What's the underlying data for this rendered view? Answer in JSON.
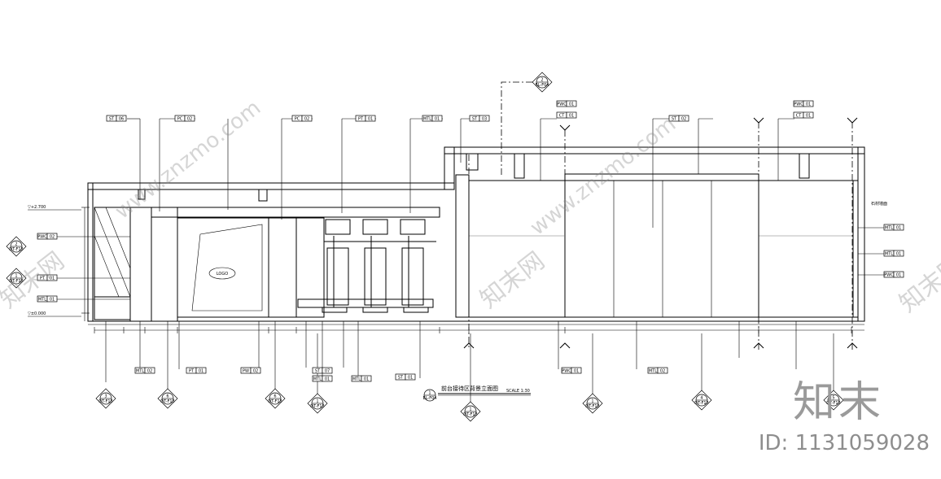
{
  "drawing": {
    "title": "前台接待区背景立面图",
    "scale": "SCALE 1:30",
    "elevation_top": "▽+2.700",
    "elevation_bottom": "▽±0.000",
    "center_label": "LOGO",
    "right_note": "石材墙面",
    "top_tags": [
      {
        "code": "ST",
        "num": "06"
      },
      {
        "code": "PC",
        "num": "02"
      },
      {
        "code": "PC",
        "num": "02"
      },
      {
        "code": "PT",
        "num": "01"
      },
      {
        "code": "MTL",
        "num": "01"
      },
      {
        "code": "ST",
        "num": "03"
      },
      {
        "code": "PWC",
        "num": "01"
      },
      {
        "code": "CT",
        "num": "01"
      },
      {
        "code": "ST",
        "num": "02"
      },
      {
        "code": "PWC",
        "num": "01"
      },
      {
        "code": "CT",
        "num": "01"
      }
    ],
    "left_tags": [
      {
        "code": "PWC",
        "num": "02"
      },
      {
        "code": "PT",
        "num": "01"
      },
      {
        "code": "MTL",
        "num": "01"
      }
    ],
    "right_tags": [
      {
        "code": "MTL",
        "num": "01"
      },
      {
        "code": "MTL",
        "num": "01"
      },
      {
        "code": "PWC",
        "num": "01"
      }
    ],
    "bottom_tags": [
      {
        "code": "MTL",
        "num": "02"
      },
      {
        "code": "PT",
        "num": "01"
      },
      {
        "code": "PW",
        "num": "02"
      },
      {
        "code": "ST",
        "num": "07"
      },
      {
        "code": "MTL",
        "num": "01"
      },
      {
        "code": "MTL",
        "num": "01"
      },
      {
        "code": "ST",
        "num": "01"
      },
      {
        "code": "PWC",
        "num": "01"
      },
      {
        "code": "MTL",
        "num": "02"
      }
    ],
    "bubbles": [
      {
        "num": "2",
        "ref": "EL-F04"
      },
      {
        "num": "2",
        "ref": "DT-F13"
      },
      {
        "num": "1",
        "ref": "DT-F13"
      },
      {
        "num": "3",
        "ref": "DT-F13"
      },
      {
        "num": "6",
        "ref": "DT-F13"
      },
      {
        "num": "6",
        "ref": "DT-F13"
      },
      {
        "num": "1",
        "ref": "DT-F13"
      },
      {
        "num": "1",
        "ref": "DT-F13"
      },
      {
        "num": "1",
        "ref": "DT-F13"
      },
      {
        "num": "4",
        "ref": "DT-F13"
      },
      {
        "num": "5",
        "ref": "DT-F13"
      },
      {
        "num": "1",
        "ref": "EL-F04"
      }
    ]
  },
  "watermarks": {
    "site": "www.znzmo.com",
    "cn": "知末网",
    "brand": "知末",
    "image_id": "ID: 1131059028"
  },
  "colors": {
    "line": "#000000",
    "panel_fill": "#0a0a0a",
    "watermark": "#8a8a8a"
  }
}
